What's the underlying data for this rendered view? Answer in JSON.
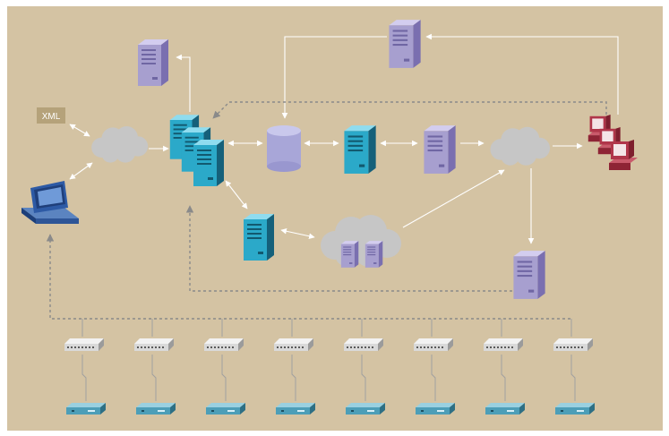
{
  "diagram": {
    "xml_label": "XML",
    "colors": {
      "background": "#d4c3a3",
      "arrow": "#ffffff",
      "dashed_link": "#8a8a8a",
      "cloud": "#c4c4c4",
      "server_teal": "#29a9c9",
      "server_violet": "#a79fcf",
      "database": "#a8a6d8",
      "terminal": "#b0364a",
      "switch": "#e8e8e8",
      "modem": "#4c9eb8"
    },
    "nodes": [
      {
        "name": "xml-tag",
        "icon": "xml-tag-icon"
      },
      {
        "name": "workstation",
        "icon": "desktop-computer-icon"
      },
      {
        "name": "internet-cloud-left",
        "icon": "cloud-icon"
      },
      {
        "name": "server-cluster",
        "icon": "server-cluster-icon"
      },
      {
        "name": "server-top-left",
        "icon": "tower-server-icon"
      },
      {
        "name": "database",
        "icon": "database-icon"
      },
      {
        "name": "server-teal-mid",
        "icon": "tower-server-icon"
      },
      {
        "name": "server-violet-mid",
        "icon": "tower-server-icon"
      },
      {
        "name": "internet-cloud-right",
        "icon": "cloud-icon"
      },
      {
        "name": "terminal-cluster",
        "icon": "terminal-cluster-icon"
      },
      {
        "name": "server-top-right",
        "icon": "tower-server-icon"
      },
      {
        "name": "server-teal-lower",
        "icon": "tower-server-icon"
      },
      {
        "name": "server-cloud",
        "icon": "cloud-icon"
      },
      {
        "name": "server-bottom-right",
        "icon": "tower-server-icon"
      }
    ],
    "switch_count": 8,
    "modem_count": 8
  }
}
